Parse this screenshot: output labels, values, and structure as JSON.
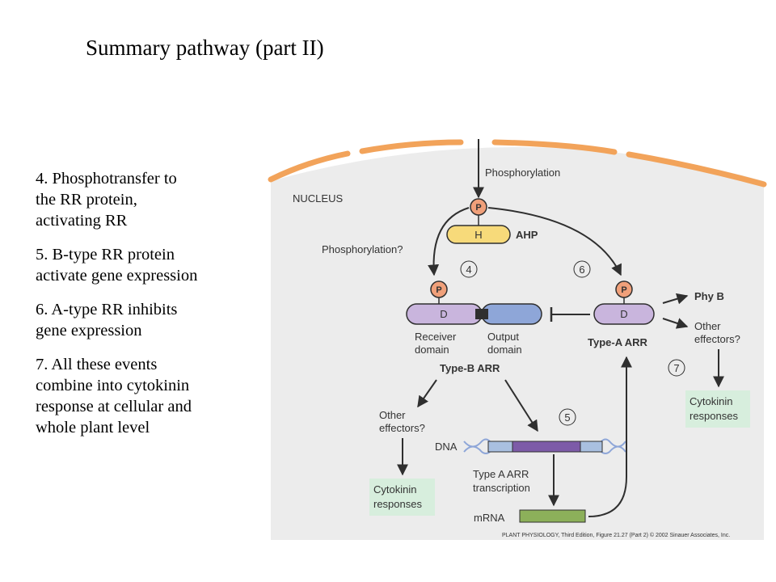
{
  "title": "Summary pathway (part II)",
  "notes": [
    "4. Phosphotransfer to\nthe RR protein,\nactivating RR",
    "5. B-type RR protein\nactivate gene expression",
    "6. A-type RR inhibits\ngene expression",
    "7. All these events\ncombine into cytokinin\nresponse at cellular and\nwhole plant level"
  ],
  "diagram": {
    "nucleus_label": "NUCLEUS",
    "phosphorylation_top": "Phosphorylation",
    "phosphorylation_q": "Phosphorylation?",
    "p_label": "P",
    "h_label": "H",
    "ahp_label": "AHP",
    "d_label": "D",
    "step4": "4",
    "step5": "5",
    "step6": "6",
    "step7": "7",
    "receiver_line1": "Receiver",
    "receiver_line2": "domain",
    "output_line1": "Output",
    "output_line2": "domain",
    "type_b_arr": "Type-B ARR",
    "type_a_arr": "Type-A ARR",
    "phy_b": "Phy B",
    "other_effectors_line1": "Other",
    "other_effectors_line2": "effectors?",
    "cytokinin_line1": "Cytokinin",
    "cytokinin_line2": "responses",
    "dna_label": "DNA",
    "transcription_line1": "Type A ARR",
    "transcription_line2": "transcription",
    "mrna_label": "mRNA",
    "credit": "PLANT PHYSIOLOGY, Third Edition, Figure 21.27 (Part 2)  © 2002 Sinauer Associates, Inc.",
    "colors": {
      "membrane": "#f2a35a",
      "nucleus_bg": "#ececec",
      "phospho": "#f0a07a",
      "ahp": "#f7da7a",
      "receiver": "#c9b5dd",
      "output": "#8ea6d8",
      "gene": "#7d5ba8",
      "dna_side": "#a9c0e0",
      "mrna": "#8cb05a",
      "response_box": "#d7eedd",
      "line": "#2f2f2f"
    }
  }
}
